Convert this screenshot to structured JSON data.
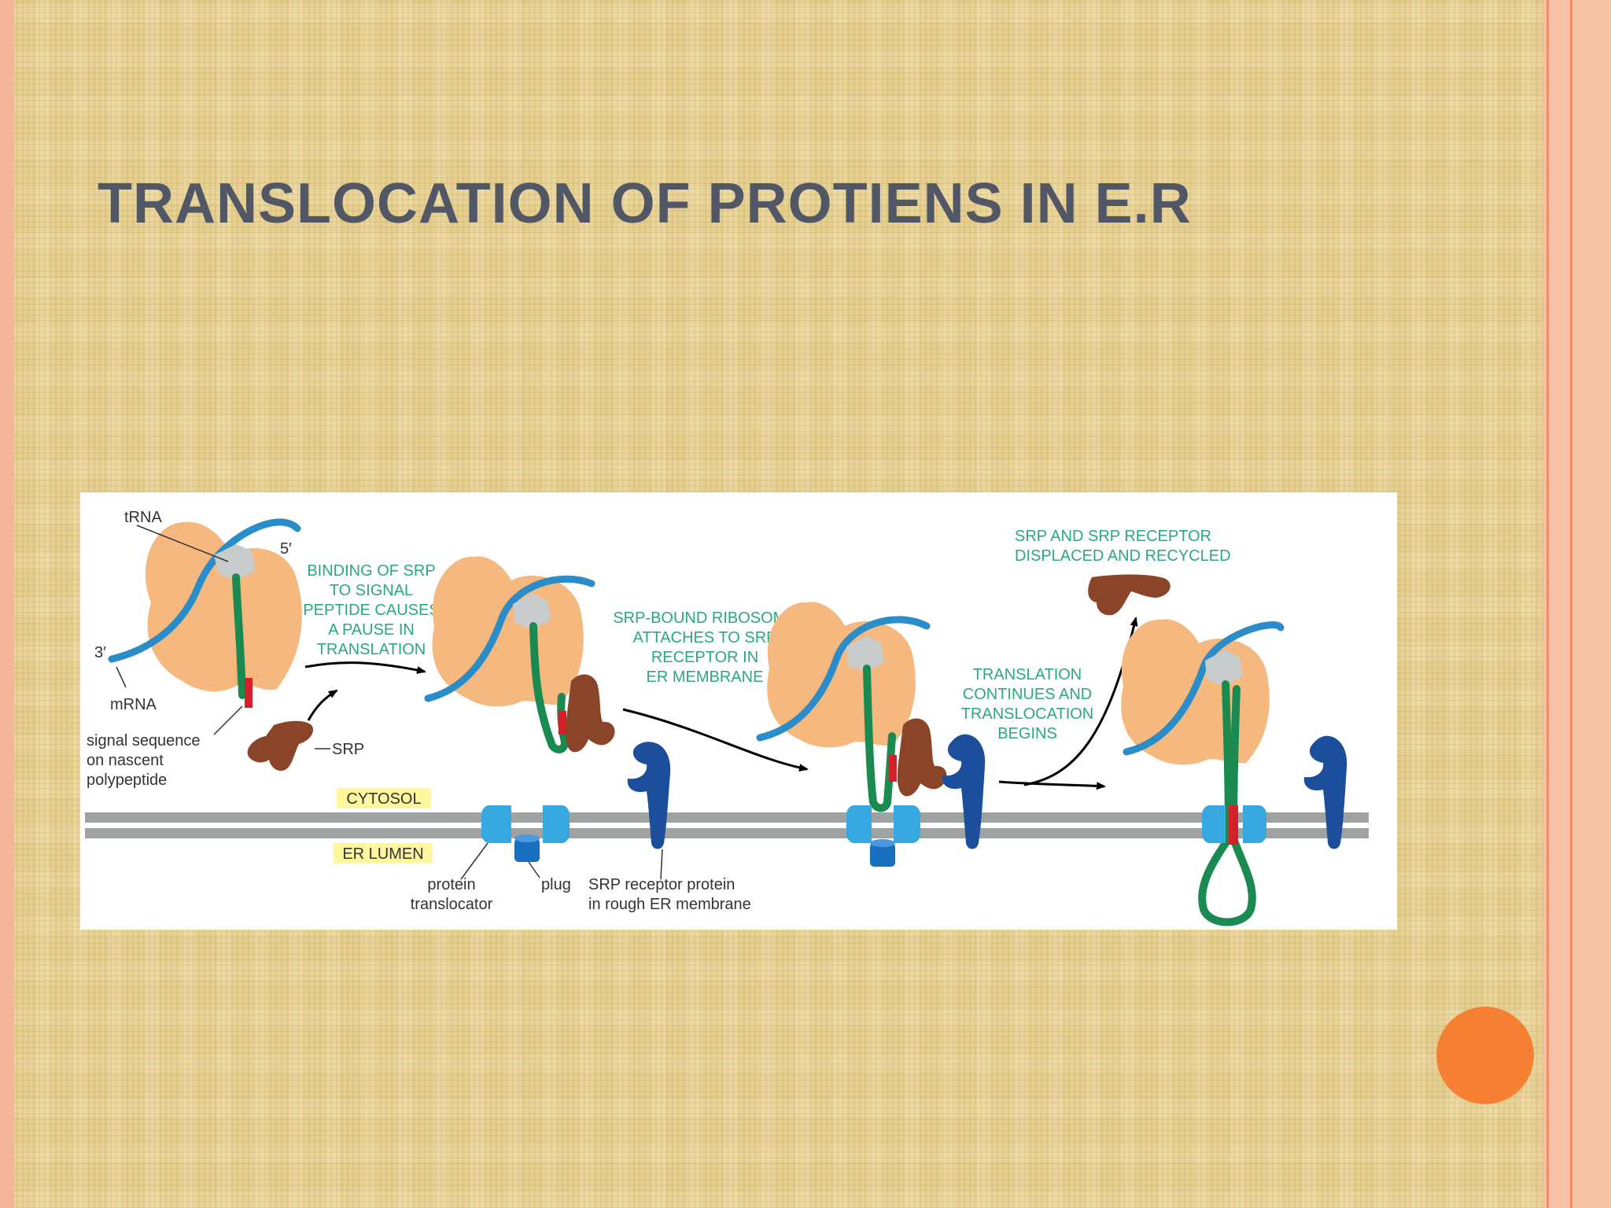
{
  "slide": {
    "title": "TRANSLOCATION OF PROTIENS IN E.R"
  },
  "diagram": {
    "labels": {
      "trna": "tRNA",
      "five_prime": "5′",
      "three_prime": "3′",
      "mrna": "mRNA",
      "signal_sequence": [
        "signal sequence",
        "on nascent",
        "polypeptide"
      ],
      "srp": "SRP",
      "cytosol": "CYTOSOL",
      "er_lumen": "ER LUMEN",
      "protein_translocator": [
        "protein",
        "translocator"
      ],
      "plug": "plug",
      "srp_receptor": [
        "SRP receptor protein",
        "in rough ER membrane"
      ]
    },
    "steps": {
      "step1": [
        "BINDING OF SRP",
        "TO SIGNAL",
        "PEPTIDE CAUSES",
        "A PAUSE IN",
        "TRANSLATION"
      ],
      "step2": [
        "SRP-BOUND RIBOSOME",
        "ATTACHES TO SRP",
        "RECEPTOR IN",
        "ER MEMBRANE"
      ],
      "step3": [
        "TRANSLATION",
        "CONTINUES AND",
        "TRANSLOCATION",
        "BEGINS"
      ],
      "step4": [
        "SRP AND SRP RECEPTOR",
        "DISPLACED AND RECYCLED"
      ]
    },
    "colors": {
      "ribosome": "#f5b87f",
      "mrna": "#2a8cc8",
      "trna": "#c8cccc",
      "polypeptide": "#1a8a50",
      "signal": "#d4202a",
      "srp": "#8a4428",
      "membrane": "#9ea2a2",
      "translocator": "#38a8e0",
      "plug": "#1a70c0",
      "receptor": "#1c4e9c",
      "step_text": "#2aaa7a",
      "highlight": "#fff6a0"
    }
  },
  "decor": {
    "accent_dot_color": "#f58033",
    "border_color": "#f4b79b"
  }
}
